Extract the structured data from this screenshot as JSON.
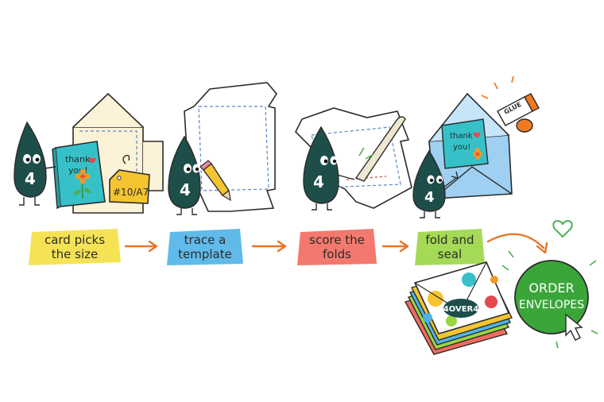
{
  "steps": [
    {
      "line1": "card picks",
      "line2": "the size",
      "color": "#f4e043"
    },
    {
      "line1": "trace a",
      "line2": "template",
      "color": "#4fb3e8"
    },
    {
      "line1": "score the",
      "line2": "folds",
      "color": "#f26a5e"
    },
    {
      "line1": "fold and",
      "line2": "seal",
      "color": "#9bd644"
    }
  ],
  "mascot": {
    "number": "4",
    "color": "#1d4e4a"
  },
  "card_text": {
    "line1": "thank",
    "line2": "you!"
  },
  "size_tag": "#10/A7",
  "glue_label": "GLUE",
  "envelope_brand": "4OVER4",
  "cta": {
    "line1": "ORDER",
    "line2": "ENVELOPES",
    "color": "#3aa63a"
  },
  "colors": {
    "arrow": "#e8742a",
    "outline": "#2b2b2b",
    "card": "#36c1c9",
    "envelope_cream": "#fbf3d8",
    "envelope_blue": "#9fd0f2",
    "heart": "#4caf50"
  }
}
